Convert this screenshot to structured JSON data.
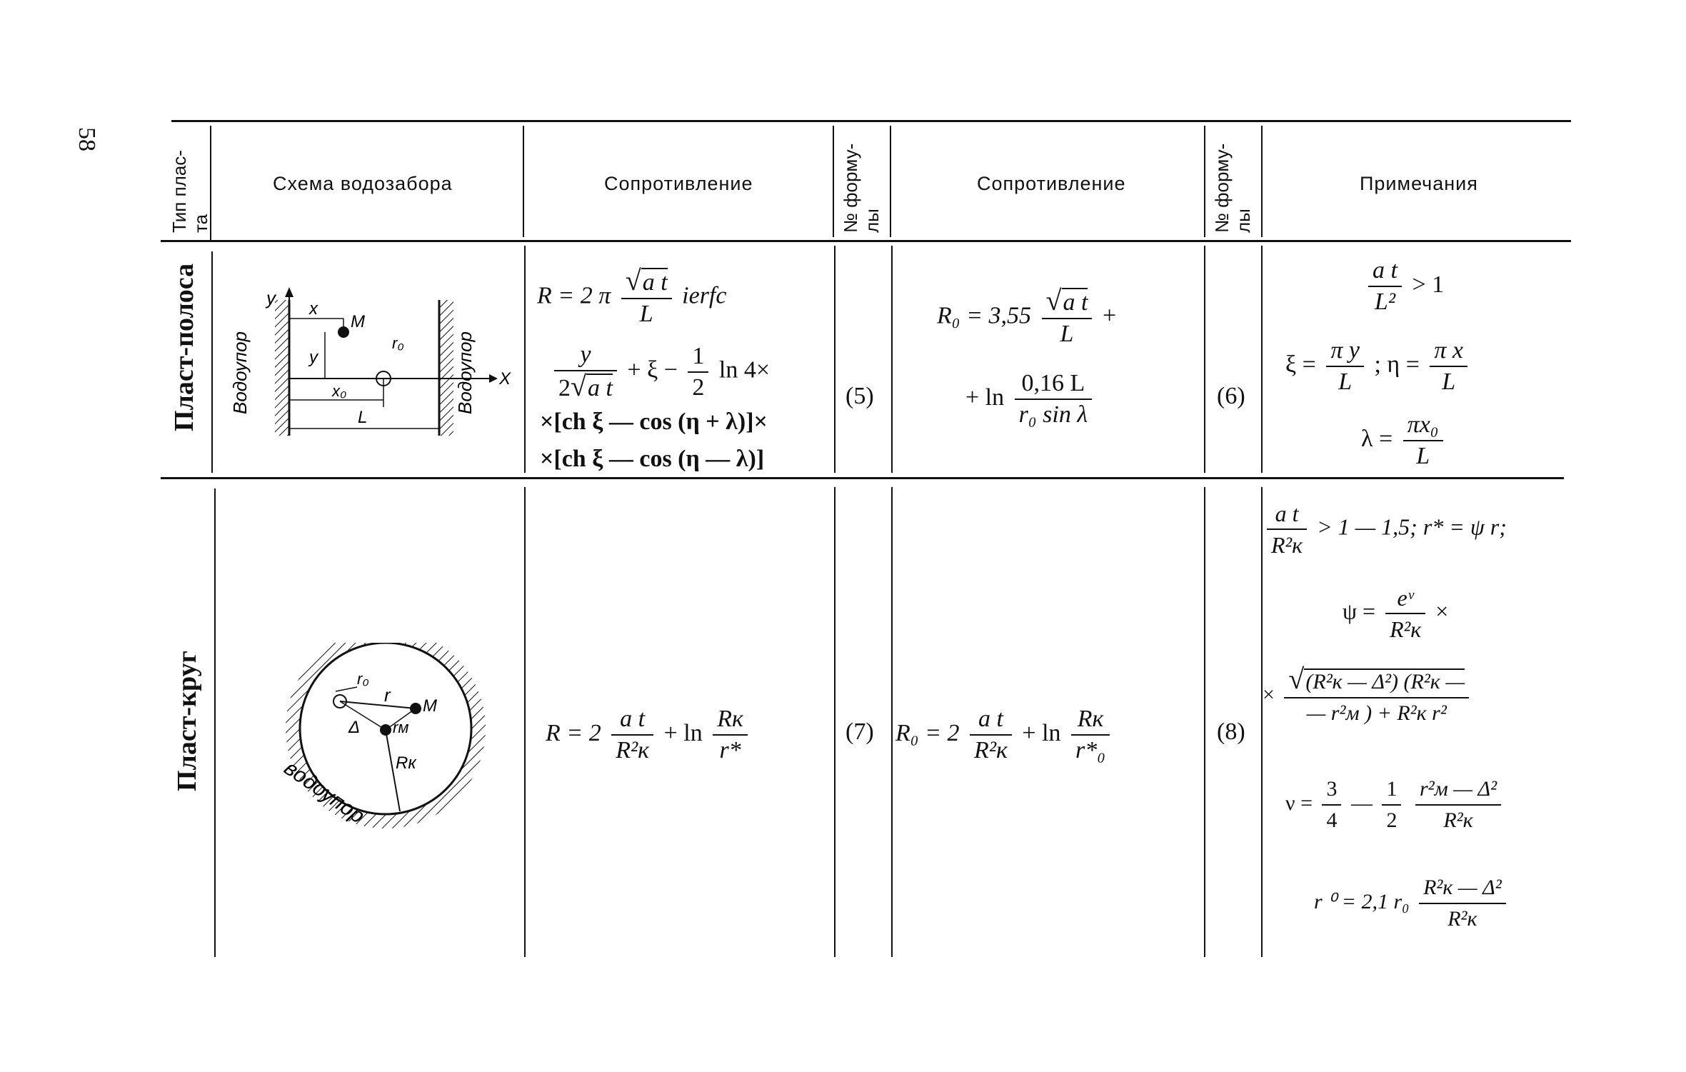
{
  "page_number": "58",
  "headers": {
    "layer_type": "Тип плас-\nта",
    "scheme": "Схема водозабора",
    "resistance_1": "Сопротивление",
    "formula_no_1": "№ форму-\nлы",
    "resistance_2": "Сопротивление",
    "formula_no_2": "№ форму-\nлы",
    "notes": "Примечания"
  },
  "rows": [
    {
      "label": "Пласт-полоса",
      "diagram": {
        "y": "y",
        "x": "x",
        "X": "X",
        "M": "M",
        "r0": "r₀",
        "x0": "x₀",
        "L": "L",
        "left_wall": "Водоупор",
        "right_wall": "Водоупор"
      },
      "formula_no_1": "(5)",
      "formula_no_2": "(6)"
    },
    {
      "label": "Пласт-круг",
      "diagram": {
        "r0": "r₀",
        "r": "r",
        "M": "M",
        "Delta": "Δ",
        "rM": "rм",
        "Rk": "Rк",
        "wall": "водоупор"
      },
      "formula_no_1": "(7)",
      "formula_no_2": "(8)"
    }
  ],
  "math": {
    "r1_res1_line1_pre": "R = 2 π",
    "r1_res1_sqrt": "a t",
    "r1_res1_den": "L",
    "r1_res1_ierfc": "ierfc",
    "r1_res1_line2_num": "y",
    "r1_res1_line2_den_pre": "2",
    "r1_res1_line2_den_sqrt": "a t",
    "r1_res1_line2_mid": "+ ξ −",
    "r1_res1_half_num": "1",
    "r1_res1_half_den": "2",
    "r1_res1_line2_end": "ln 4×",
    "r1_res1_line3": "×[ch ξ — cos (η + λ)]×",
    "r1_res1_line4": "×[ch ξ — cos (η — λ)]",
    "r1_res2_pre": "R₀ = 3,55",
    "r1_res2_sqrt": "a t",
    "r1_res2_den": "L",
    "r1_res2_plus": "+",
    "r1_res2_ln": "+ ln",
    "r1_res2_ln_num": "0,16 L",
    "r1_res2_ln_den": "r₀ sin λ",
    "r1_note1_num": "a t",
    "r1_note1_den": "L²",
    "r1_note1_rel": "> 1",
    "r1_note2_xi": "ξ =",
    "r1_note2_xi_num": "π y",
    "r1_note2_xi_den": "L",
    "r1_note2_eta": "; η =",
    "r1_note2_eta_num": "π x",
    "r1_note2_eta_den": "L",
    "r1_note3_lambda": "λ =",
    "r1_note3_num": "πx₀",
    "r1_note3_den": "L",
    "r2_res1_pre": "R = 2",
    "r2_res1_num": "a t",
    "r2_res1_den": "R²к",
    "r2_res1_ln": "+ ln",
    "r2_res1_ln_num": "Rк",
    "r2_res1_ln_den": "r*",
    "r2_res2_pre": "R₀ = 2",
    "r2_res2_num": "a t",
    "r2_res2_den": "R²к",
    "r2_res2_ln": "+ ln",
    "r2_res2_ln_num": "Rк",
    "r2_res2_ln_den": "r*₀",
    "r2_note1_num": "a t",
    "r2_note1_den": "R²к",
    "r2_note1_rest": "> 1 — 1,5;  r* = ψ r;",
    "r2_note2_psi": "ψ =",
    "r2_note2_num": "eᵛ",
    "r2_note2_den": "R²к",
    "r2_note2_times": "×",
    "r2_note3_times": "×",
    "r2_note3_num": "(R²к — Δ²) (R²к —",
    "r2_note3_den": "— r²м ) + R²к r²",
    "r2_note4_nu": "ν =",
    "r2_note4_a_num": "3",
    "r2_note4_a_den": "4",
    "r2_note4_minus": "—",
    "r2_note4_b_num": "1",
    "r2_note4_b_den": "2",
    "r2_note4_c_num": "r²м — Δ²",
    "r2_note4_c_den": "R²к",
    "r2_note5_pre": "r ⁰ = 2,1 r₀",
    "r2_note5_num": "R²к — Δ²",
    "r2_note5_den": "R²к"
  }
}
